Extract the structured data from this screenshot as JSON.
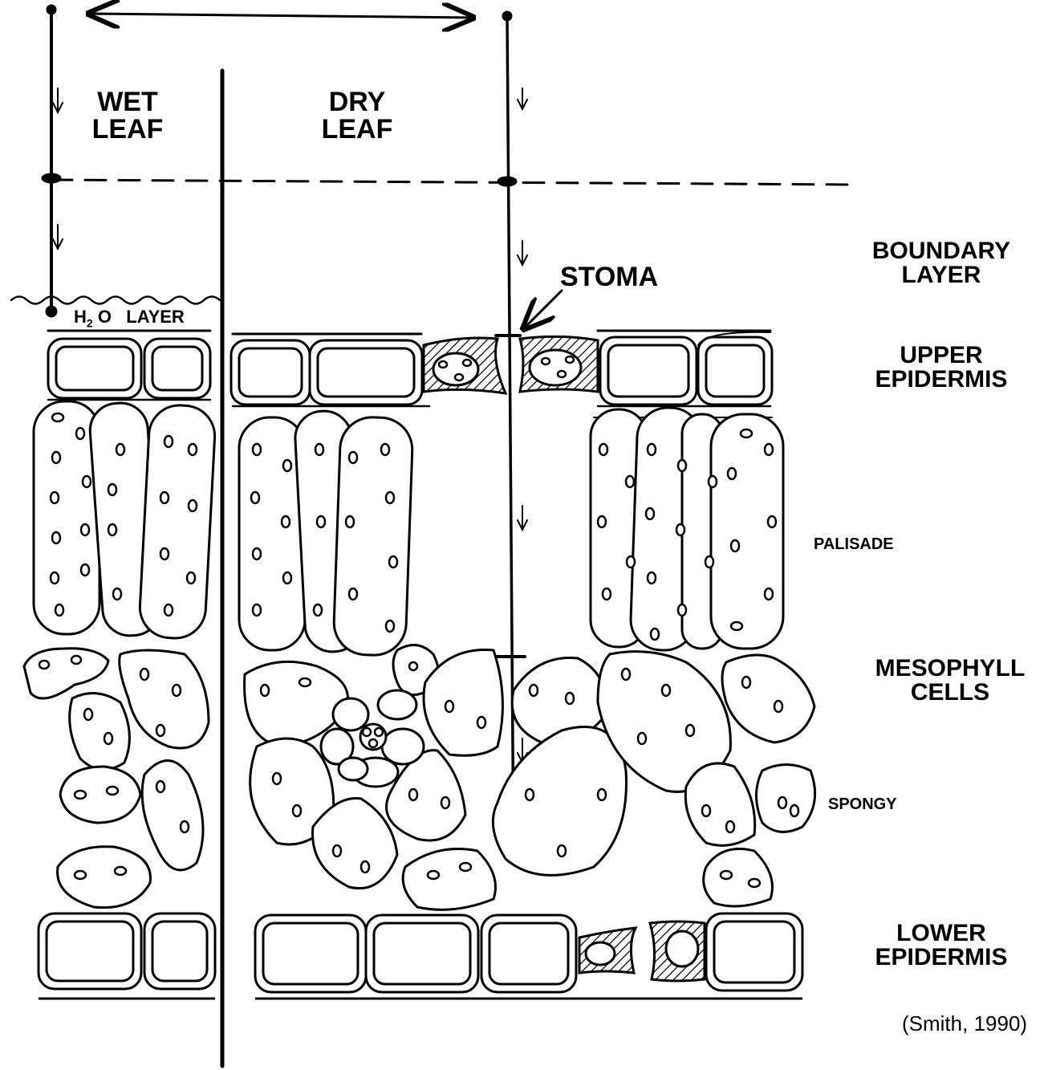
{
  "labels": {
    "wet_leaf_1": "WET",
    "wet_leaf_2": "LEAF",
    "dry_leaf_1": "DRY",
    "dry_leaf_2": "LEAF",
    "stoma": "STOMA",
    "h2o_h": "H",
    "h2o_sub": "2",
    "h2o_o": "O",
    "h2o_layer": "LAYER",
    "boundary_1": "BOUNDARY",
    "boundary_2": "LAYER",
    "upper_1": "UPPER",
    "upper_2": "EPIDERMIS",
    "palisade": "PALISADE",
    "mesophyll_1": "MESOPHYLL",
    "mesophyll_2": "CELLS",
    "spongy": "SPONGY",
    "lower_1": "LOWER",
    "lower_2": "EPIDERMIS",
    "citation": "(Smith, 1990)"
  }
}
